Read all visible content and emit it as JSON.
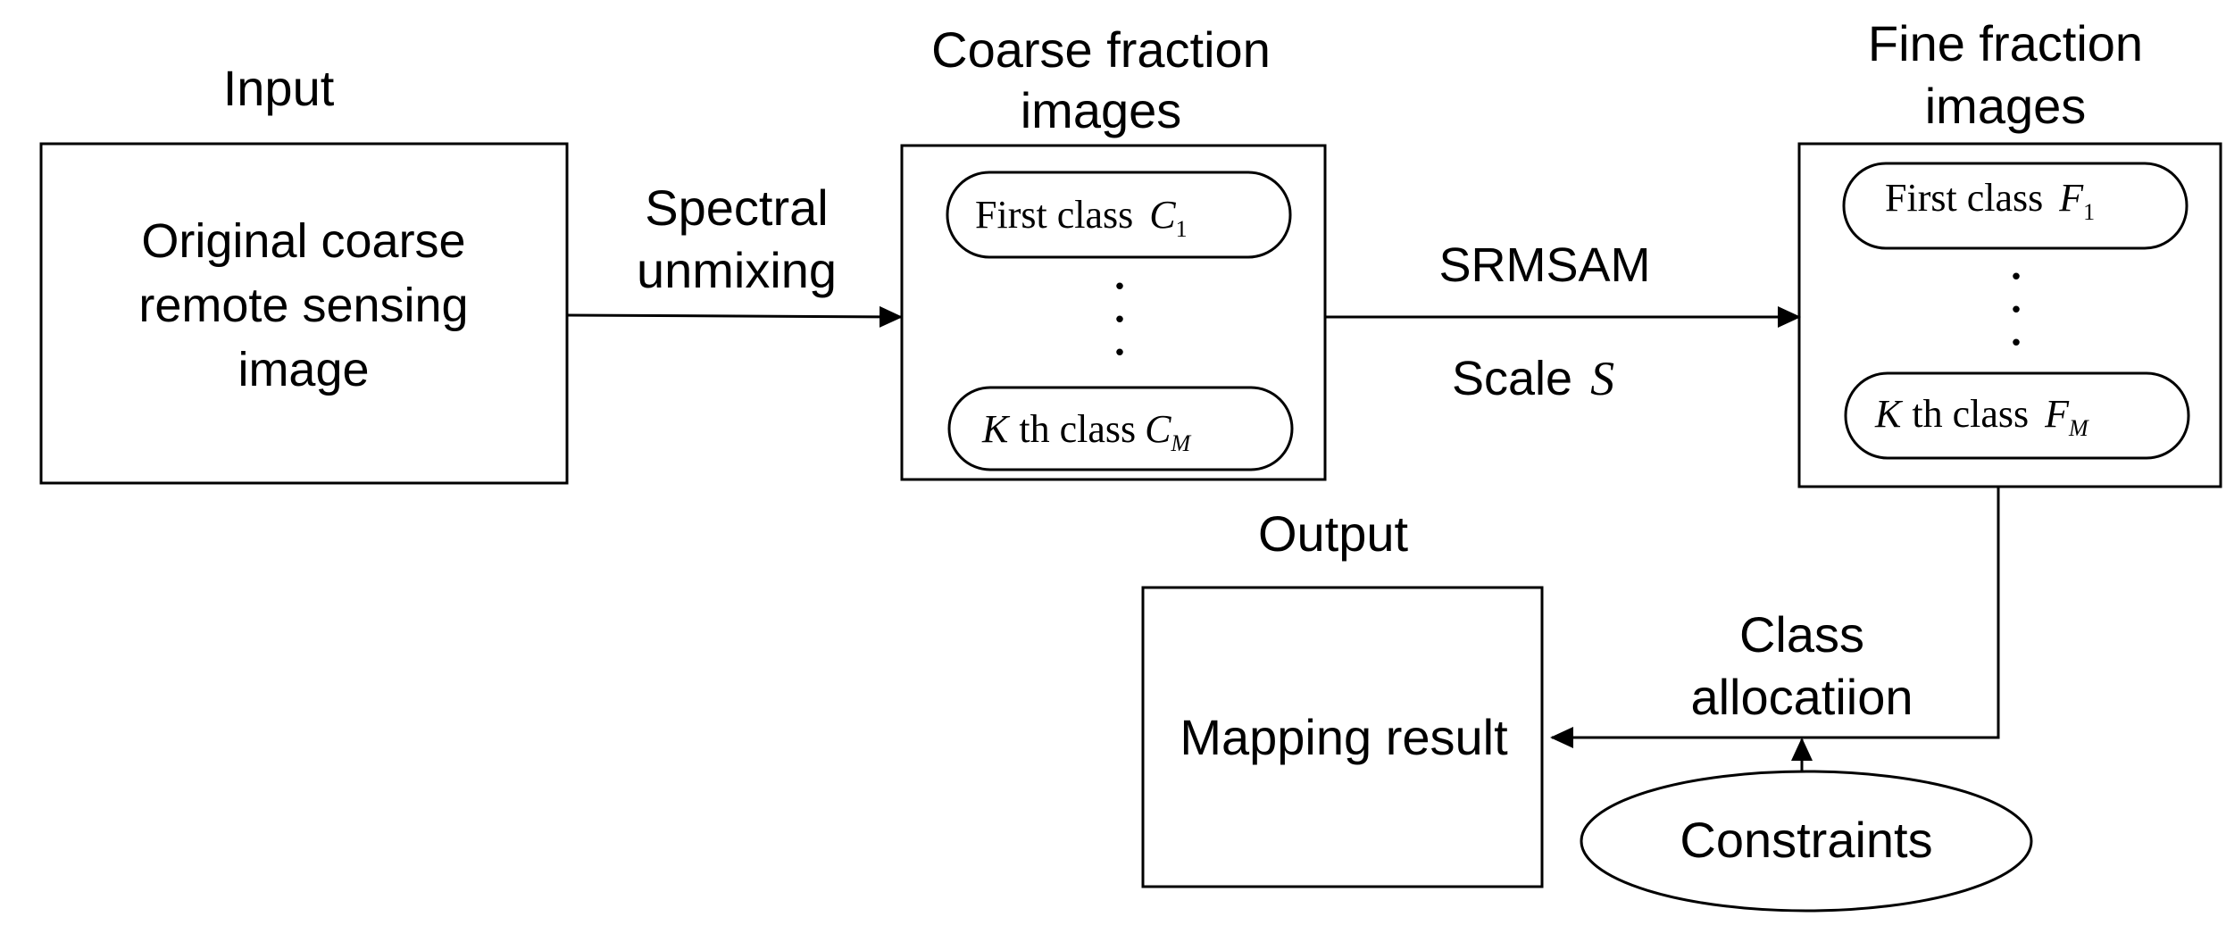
{
  "labels": {
    "input_title": "Input",
    "coarse_title_1": "Coarse fraction",
    "coarse_title_2": "images",
    "fine_title_1": "Fine fraction",
    "fine_title_2": "images",
    "output_title": "Output"
  },
  "input_box": {
    "line1": "Original coarse",
    "line2": "remote sensing",
    "line3": "image"
  },
  "arrow_labels": {
    "spectral_1": "Spectral",
    "spectral_2": "unmixing",
    "srmsam": "SRMSAM",
    "scale_text": "Scale",
    "scale_var": "S",
    "class_alloc_1": "Class",
    "class_alloc_2": "allocatiion"
  },
  "coarse_box": {
    "first_text": "First class",
    "first_var": "C",
    "first_sub": "1",
    "dots": ".",
    "kth_var": "K",
    "kth_text": "th class",
    "kth_cvar": "C",
    "kth_sub": "M"
  },
  "fine_box": {
    "first_text": "First class",
    "first_var": "F",
    "first_sub": "1",
    "dots": ".",
    "kth_var": "K",
    "kth_text": "th class",
    "kth_fvar": "F",
    "kth_sub": "M"
  },
  "output_box": {
    "text": "Mapping result"
  },
  "constraints": {
    "text": "Constraints"
  }
}
